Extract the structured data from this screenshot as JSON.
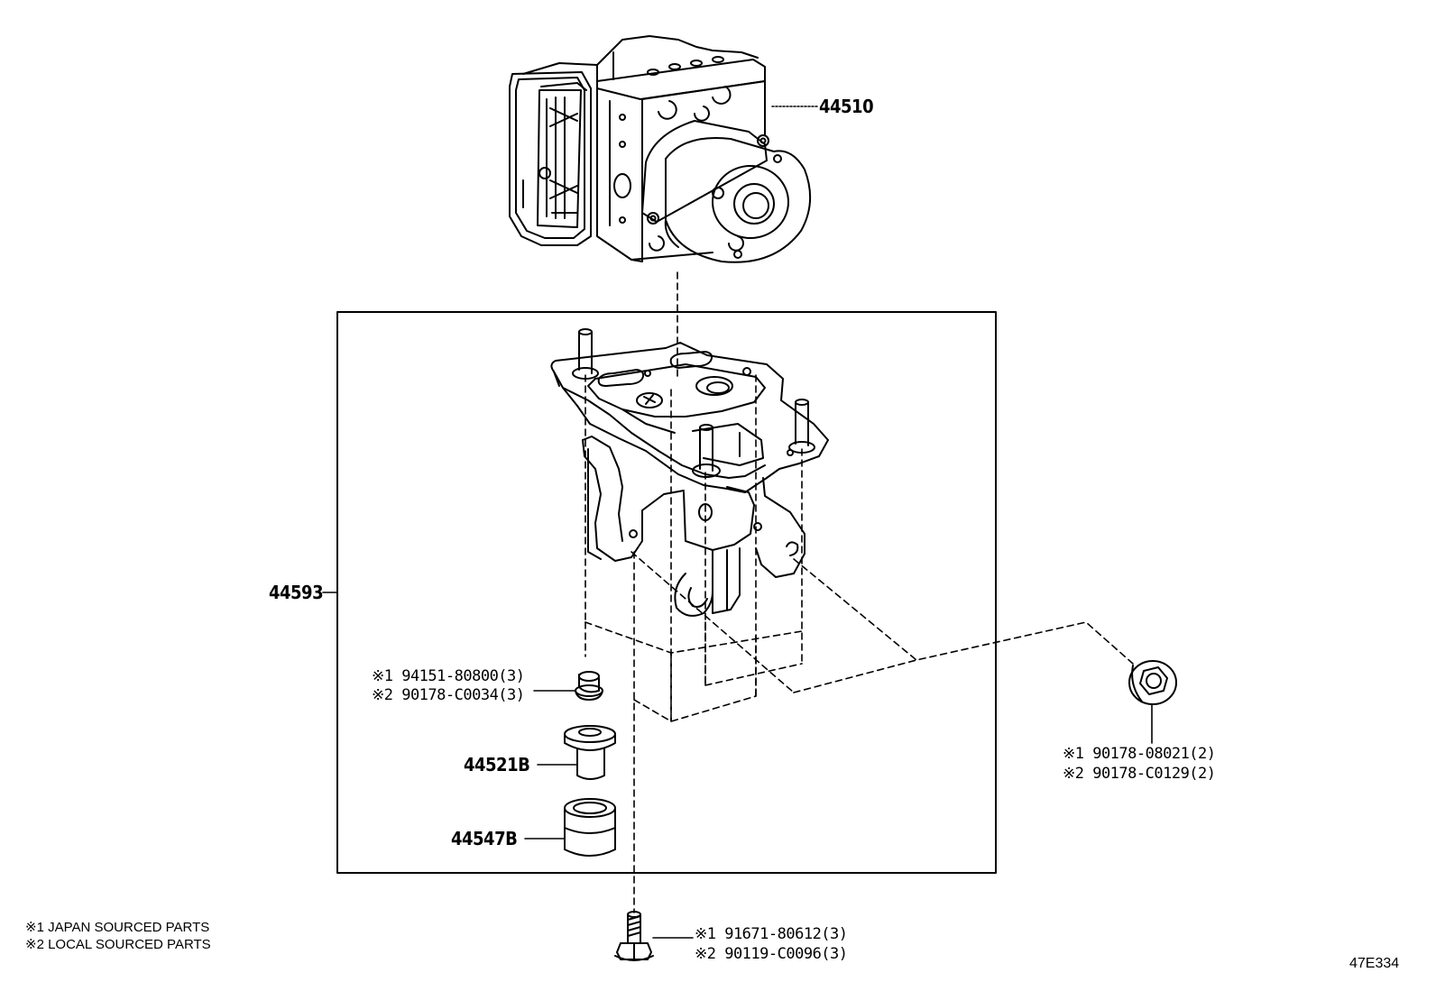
{
  "parts": {
    "ecu_actuator": {
      "number": "44510"
    },
    "bracket": {
      "number": "44593"
    },
    "cushion_upper": {
      "number": "44521B"
    },
    "cushion_lower": {
      "number": "44547B"
    },
    "bracket_nut": {
      "line1": "※1 94151-80800(3)",
      "line2": "※2 90178-C0034(3)"
    },
    "flange_nut": {
      "line1": "※1 90178-08021(2)",
      "line2": "※2 90178-C0129(2)"
    },
    "bolt": {
      "line1": "※1 91671-80612(3)",
      "line2": "※2 90119-C0096(3)"
    }
  },
  "legend": {
    "note1": "※1 JAPAN SOURCED PARTS",
    "note2": "※2 LOCAL SOURCED PARTS"
  },
  "diagram_code": "47E334"
}
